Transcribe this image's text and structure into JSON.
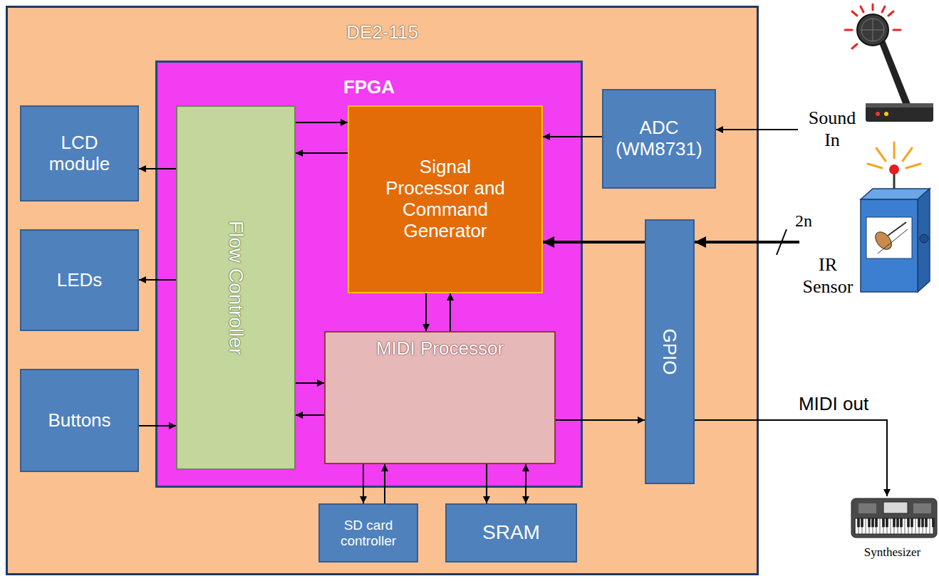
{
  "diagram": {
    "nodes": [
      {
        "text": [
          "DE2-115"
        ]
      },
      {
        "text": [
          "FPGA"
        ],
        "in": 0
      },
      {
        "text": [
          "LCD module"
        ],
        "in": 0
      },
      {
        "text": [
          "Flow Controller"
        ],
        "in": 1
      },
      {
        "text": [
          "Signal Processor and Command Generator"
        ],
        "in": 1
      },
      {
        "text": [
          "ADC (WM8731)"
        ],
        "in": 0
      },
      {
        "text": [
          "LEDs"
        ],
        "in": 0
      },
      {
        "text": [
          "GPIO"
        ],
        "in": 0
      },
      {
        "text": [
          "MIDI Processor"
        ],
        "in": 1
      },
      {
        "text": [
          "Buttons"
        ],
        "in": 0
      },
      {
        "text": [
          "SD card controller"
        ],
        "in": 0
      },
      {
        "text": [
          "SRAM"
        ],
        "in": 0
      }
    ],
    "edges": [
      {
        "from": 3,
        "to": 2,
        "arrow": "to"
      },
      {
        "from": 3,
        "to": 6,
        "arrow": "to"
      },
      {
        "from": 9,
        "to": 3,
        "arrow": "to"
      },
      {
        "from": 3,
        "to": 4,
        "arrow": "to"
      },
      {
        "from": 4,
        "to": 3,
        "arrow": "to"
      },
      {
        "from": 5,
        "to": 4,
        "arrow": "to"
      },
      {
        "from": 7,
        "to": 4,
        "arrow": "to"
      },
      {
        "from": 3,
        "to": 8,
        "arrow": "to"
      },
      {
        "from": 8,
        "to": 3,
        "arrow": "to"
      },
      {
        "from": 4,
        "to": 8,
        "arrow": "to"
      },
      {
        "from": 8,
        "to": 4,
        "arrow": "to"
      },
      {
        "from": 8,
        "to": 7,
        "arrow": "to"
      },
      {
        "from": 8,
        "to": 10,
        "arrow": "to"
      },
      {
        "from": 10,
        "to": 8,
        "arrow": "to"
      },
      {
        "from": 8,
        "to": 11,
        "arrow": "to"
      },
      {
        "from": 8,
        "to": 11,
        "arrow": "both"
      }
    ],
    "labels": [
      "Sound In",
      "2n",
      "IR Sensor",
      "MIDI out",
      "Synthesizer"
    ]
  }
}
